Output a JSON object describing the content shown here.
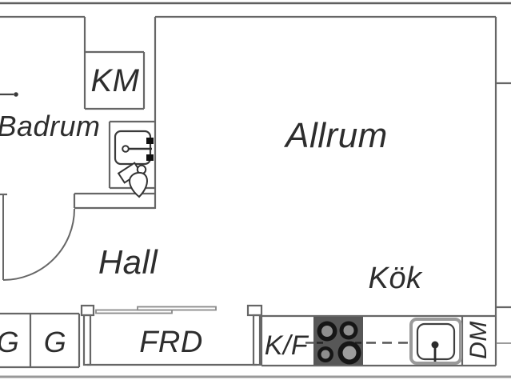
{
  "floorplan": {
    "background": "#ffffff",
    "wall_color": "#666666",
    "outer_wall_top_color": "#5f5f5f",
    "outer_wall_bottom_color": "#999999",
    "stove_color": "#575757",
    "burner_ring_color": "#161616",
    "burner_center_color": "#8f8f8f",
    "fixture_line_color": "#383838",
    "sliding_door_color": "#8a8a8a",
    "label_color": "#2d2d2d"
  },
  "rooms": {
    "badrum": "Badrum",
    "km": "KM",
    "allrum": "Allrum",
    "hall": "Hall",
    "kok": "Kök",
    "garderob_1": "G",
    "garderob_2": "G",
    "frd": "FRD",
    "kf": "K/F",
    "dm": "DM"
  },
  "fixtures": {
    "bathroom_sink": "bathroom-sink-icon",
    "toilet": "toilet-icon",
    "towel_bar": "towel-bar-icon",
    "stove": "stove-icon",
    "kitchen_sink": "kitchen-sink-icon",
    "sliding_doors": "sliding-door-icon",
    "door_swing": "door-swing-arc"
  }
}
